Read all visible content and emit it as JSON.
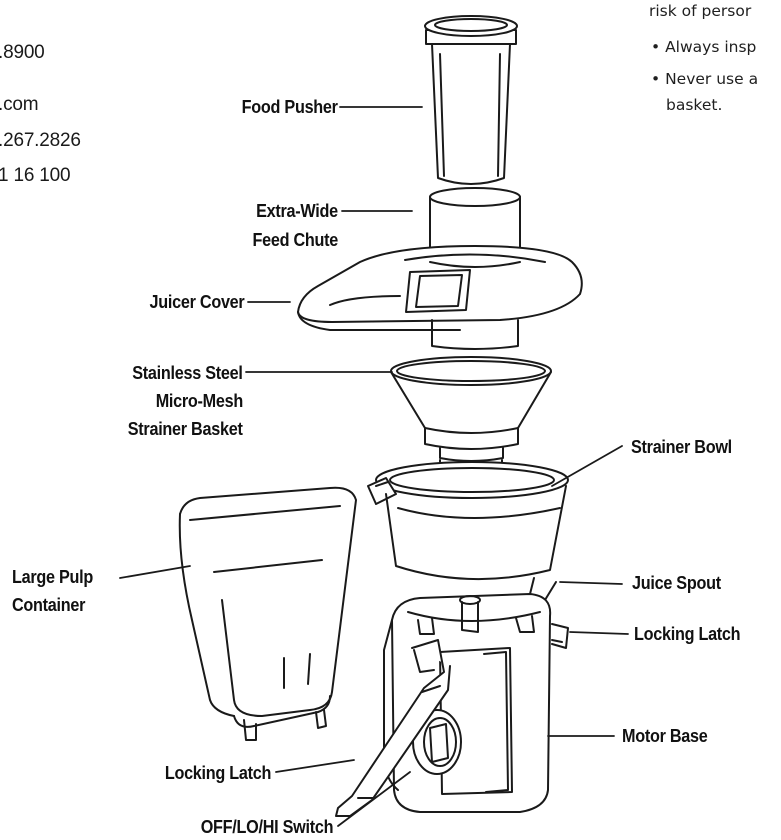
{
  "contact_lines": [
    ".8900",
    ".com",
    ".267.2826",
    "1 16 100"
  ],
  "warning": {
    "line1": "risk of persor",
    "bullet1": "• Always insp",
    "bullet2": "• Never use a",
    "bullet2_cont": "basket."
  },
  "labels": {
    "food_pusher": "Food Pusher",
    "feed_chute_1": "Extra-Wide",
    "feed_chute_2": "Feed Chute",
    "juicer_cover": "Juicer Cover",
    "strainer_basket_1": "Stainless Steel",
    "strainer_basket_2": "Micro-Mesh",
    "strainer_basket_3": "Strainer Basket",
    "strainer_bowl": "Strainer Bowl",
    "pulp_container_1": "Large Pulp",
    "pulp_container_2": "Container",
    "juice_spout": "Juice Spout",
    "locking_latch_right": "Locking Latch",
    "motor_base": "Motor Base",
    "locking_latch_left": "Locking Latch",
    "switch": "OFF/LO/HI Switch"
  }
}
